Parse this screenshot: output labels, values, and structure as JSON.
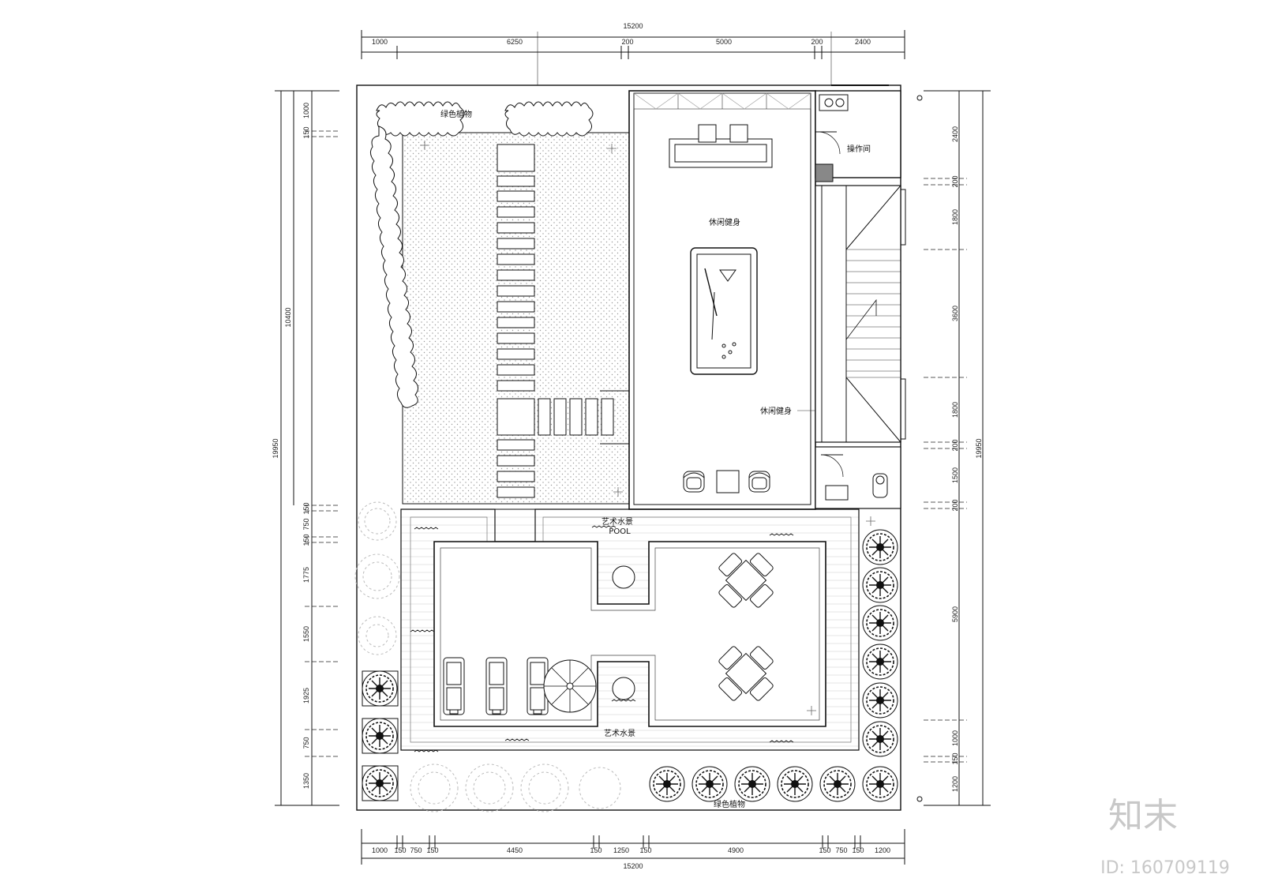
{
  "dimensions": {
    "top_total": "15200",
    "top_segments": [
      "1000",
      "6250",
      "200",
      "5000",
      "200",
      "2400"
    ],
    "bottom_total": "15200",
    "bottom_segments": [
      "1000",
      "150",
      "750",
      "150",
      "4450",
      "150",
      "1250",
      "150",
      "4900",
      "150",
      "750",
      "150",
      "1200"
    ],
    "left_total": "19950",
    "left_inner": "10400",
    "left_segments": [
      "150",
      "1000",
      "150",
      "750",
      "150",
      "1775",
      "1550",
      "1925",
      "750",
      "1350"
    ],
    "right_total": "19950",
    "right_segments": [
      "2400",
      "200",
      "1800",
      "3600",
      "1800",
      "200",
      "1500",
      "200",
      "5900",
      "1000",
      "150",
      "1200"
    ]
  },
  "labels": {
    "hedge_top": "绿色植物",
    "hedge_bottom": "绿色植物",
    "utility_room": "操作间",
    "leisure_room": "休闲健身",
    "leisure_note": "休闲健身",
    "pool_top": "艺术水景",
    "pool_en": "POOL",
    "pool_bottom": "艺术水景"
  },
  "watermark": {
    "logo": "知末",
    "id": "ID: 160709119"
  }
}
